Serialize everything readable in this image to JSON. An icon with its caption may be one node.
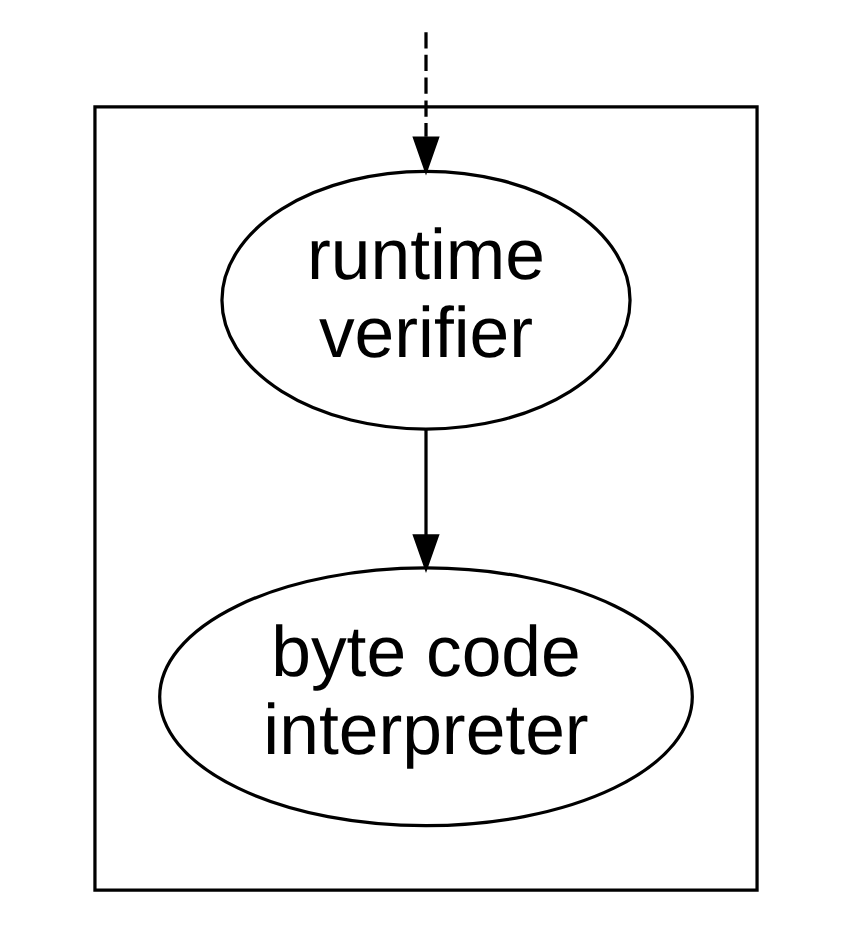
{
  "diagram": {
    "nodes": [
      {
        "text": [],
        "shape": "box"
      },
      {
        "text": [
          "runtime verifier"
        ],
        "in": 0
      },
      {
        "text": [
          "byte code interpreter"
        ],
        "in": 0
      }
    ],
    "edges": [
      {
        "from": null,
        "to": 1,
        "arrow": "to",
        "style": "dashed"
      },
      {
        "from": 1,
        "to": 2,
        "arrow": "to"
      }
    ]
  }
}
